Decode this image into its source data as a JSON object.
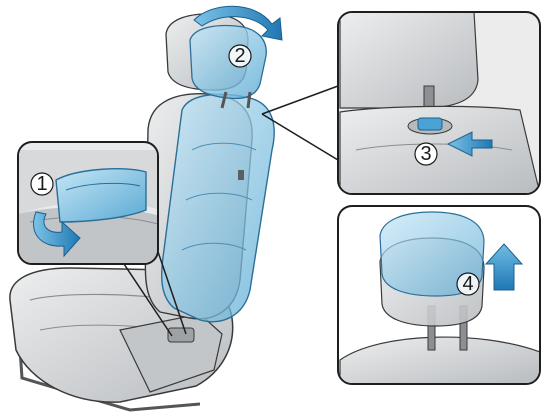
{
  "steps": [
    {
      "number": "1",
      "label": "1"
    },
    {
      "number": "2",
      "label": "2"
    },
    {
      "number": "3",
      "label": "3"
    },
    {
      "number": "4",
      "label": "4"
    }
  ],
  "colors": {
    "accent_blue": "#3a8fc0",
    "tint_blue": "#9fd3ec",
    "seat_gray": "#d4d6d8",
    "outline": "#3a3a3a",
    "panel_border": "#1e1e1e"
  },
  "icons": {
    "recline_lever_arrow": "curved-arrow-icon",
    "headrest_tilt_arrow": "curved-arrow-icon",
    "release_button_arrow": "push-arrow-icon",
    "raise_arrow": "up-arrow-icon"
  }
}
